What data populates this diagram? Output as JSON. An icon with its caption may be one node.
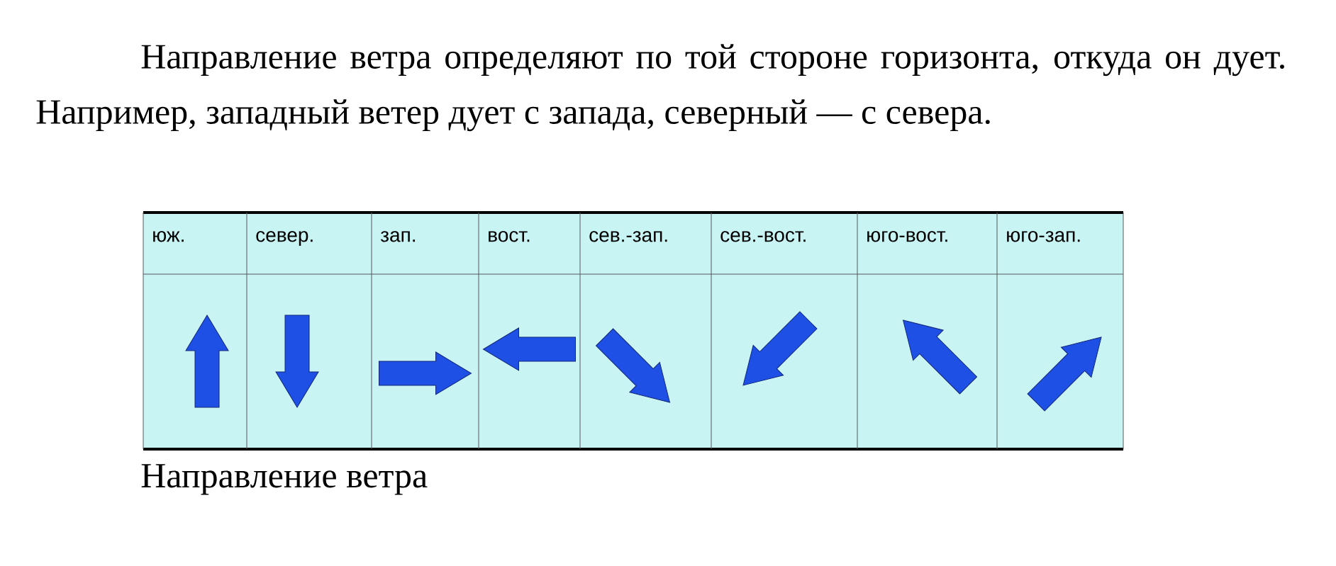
{
  "diagram": {
    "caption": "Направление ветра",
    "labels": [
      "Направление ветра определяют по той стороне горизонта, откуда он дует. Например, западный ветер дует с запада, северный — с севера.",
      "юж.",
      "север.",
      "зап.",
      "вост.",
      "сев.-зап.",
      "сев.-вост.",
      "юго-вост.",
      "юго-зап."
    ]
  }
}
